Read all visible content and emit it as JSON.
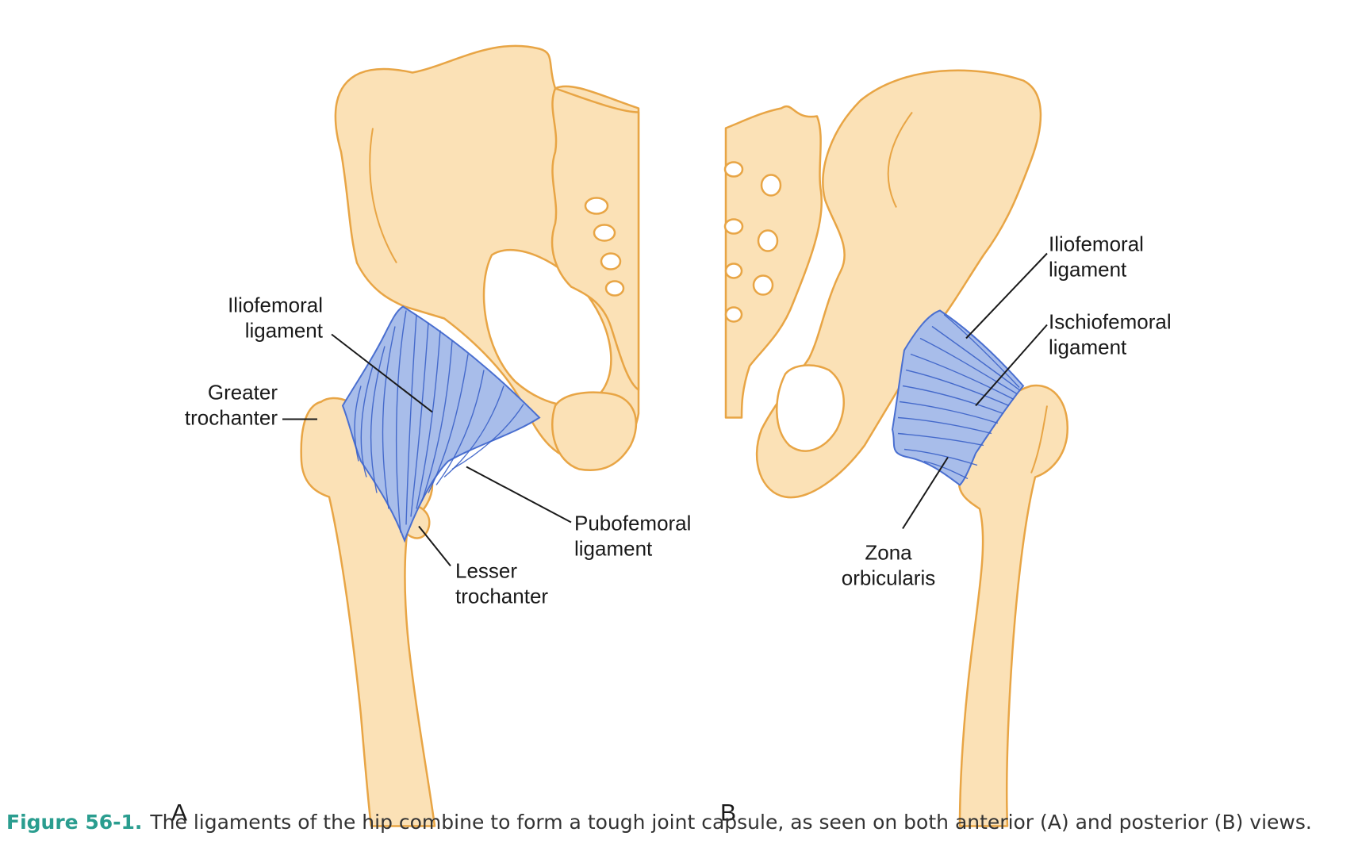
{
  "panel_a": {
    "letter": "A",
    "labels": {
      "iliofemoral_1": "Iliofemoral",
      "iliofemoral_2": "ligament",
      "greater_1": "Greater",
      "greater_2": "trochanter",
      "pubofemoral_1": "Pubofemoral",
      "pubofemoral_2": "ligament",
      "lesser_1": "Lesser",
      "lesser_2": "trochanter"
    }
  },
  "panel_b": {
    "letter": "B",
    "labels": {
      "iliofemoral_1": "Iliofemoral",
      "iliofemoral_2": "ligament",
      "ischiofemoral_1": "Ischiofemoral",
      "ischiofemoral_2": "ligament",
      "zona_1": "Zona",
      "zona_2": "orbicularis"
    }
  },
  "caption": {
    "figure_number": "Figure 56-1.",
    "text": "The ligaments of the hip combine to form a tough joint capsule, as seen on both anterior (A) and posterior (B) views."
  },
  "colors": {
    "bone_fill": "#fbe1b6",
    "bone_outline": "#e8a545",
    "ligament": "#4a6fd0",
    "caption_accent": "#2a9d8f"
  }
}
